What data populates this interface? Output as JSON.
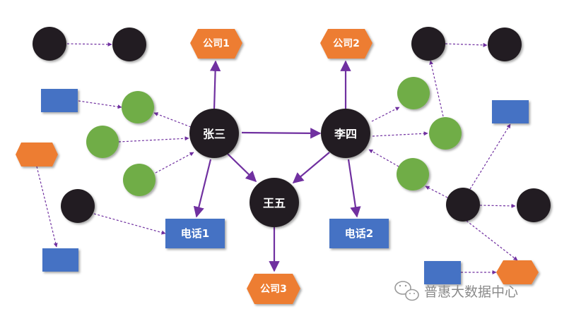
{
  "nodes": {
    "zhangsan": {
      "label": "张三"
    },
    "lisi": {
      "label": "李四"
    },
    "wangwu": {
      "label": "王五"
    },
    "company1": {
      "label": "公司1"
    },
    "company2": {
      "label": "公司2"
    },
    "company3": {
      "label": "公司3"
    },
    "phone1": {
      "label": "电话1"
    },
    "phone2": {
      "label": "电话2"
    }
  },
  "watermark": {
    "text": "普惠大数据中心"
  },
  "colors": {
    "person": "#231f20",
    "company": "#ed7d31",
    "phone": "#4472c4",
    "green": "#70ad47",
    "edge": "#7030a0"
  }
}
